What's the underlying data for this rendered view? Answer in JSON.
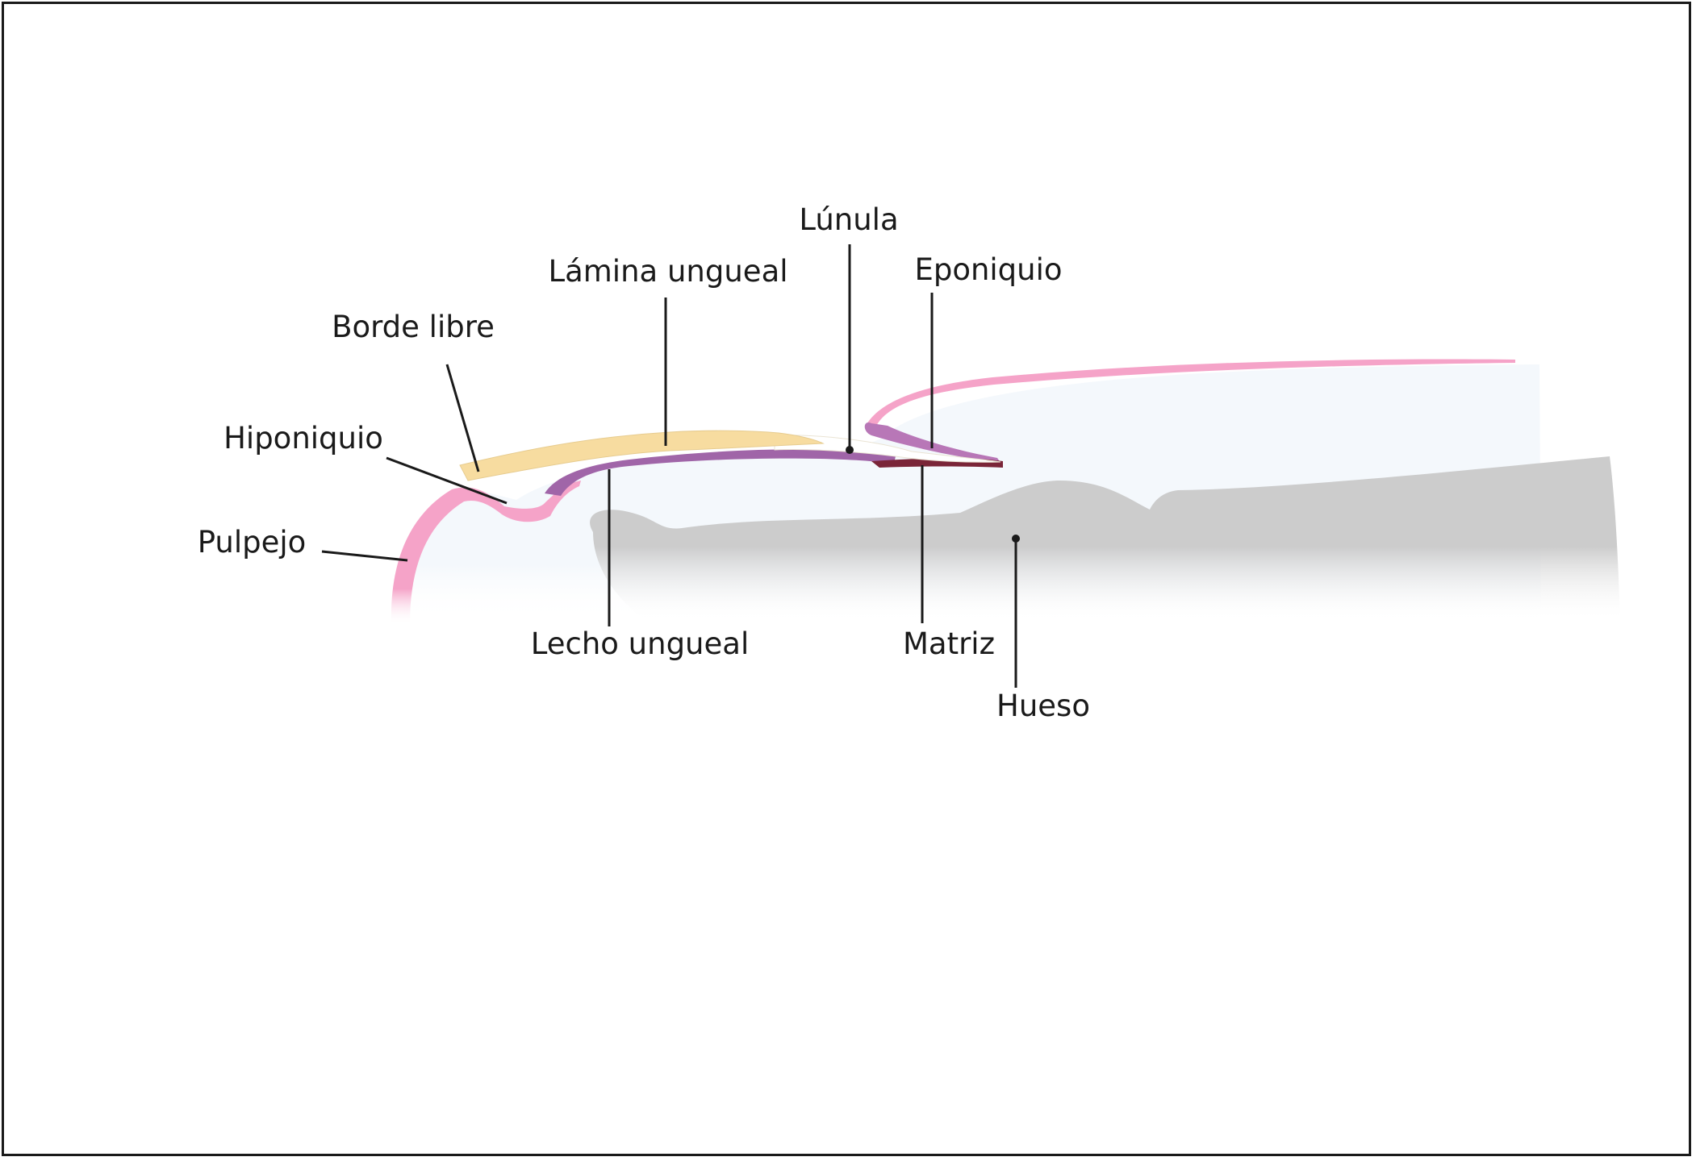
{
  "diagram": {
    "labels": {
      "lunula": "Lúnula",
      "lamina_ungueal": "Lámina ungueal",
      "eponiquio": "Eponiquio",
      "borde_libre": "Borde libre",
      "hiponiquio": "Hiponiquio",
      "pulpejo": "Pulpejo",
      "lecho_ungueal": "Lecho ungueal",
      "matriz": "Matriz",
      "hueso": "Hueso"
    },
    "colors": {
      "skin": "#f5a3c8",
      "nail_plate": "#f7dca0",
      "nail_bed": "#a065a8",
      "matrix": "#7a2538",
      "bone": "#cccccc",
      "soft_tissue": "#f4f8fc",
      "line": "#1a1a1a"
    }
  }
}
